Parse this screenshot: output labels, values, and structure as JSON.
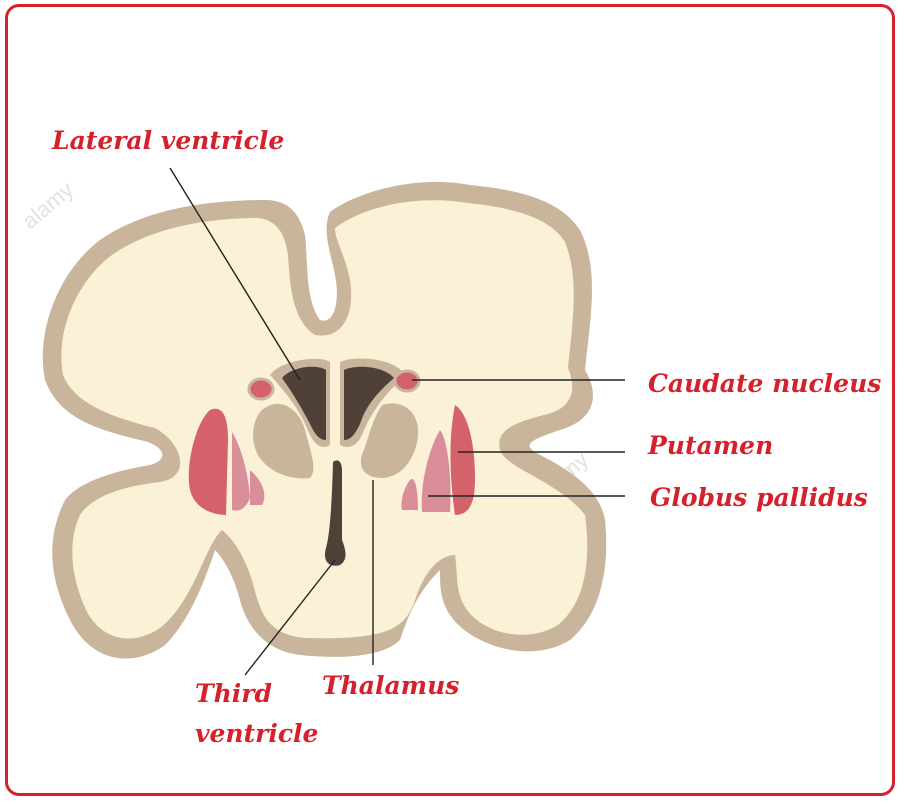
{
  "labels": {
    "lateral_ventricle": "Lateral ventricle",
    "caudate_nucleus": "Caudate nucleus",
    "putamen": "Putamen",
    "globus_pallidus": "Globus pallidus",
    "third_ventricle_line1": "Third",
    "third_ventricle_line2": "ventricle",
    "thalamus": "Thalamus"
  },
  "watermark": "alamy",
  "colors": {
    "frame": "#d6202c",
    "label_text": "#d6202c",
    "cortex": "#c8b59c",
    "white_matter": "#fbf1d6",
    "ventricle": "#4f4038",
    "caudate_red": "#d4626a",
    "putamen": "#d4626a",
    "globus_pallidus": "#d98e99",
    "thalamus": "#c8b59c"
  }
}
